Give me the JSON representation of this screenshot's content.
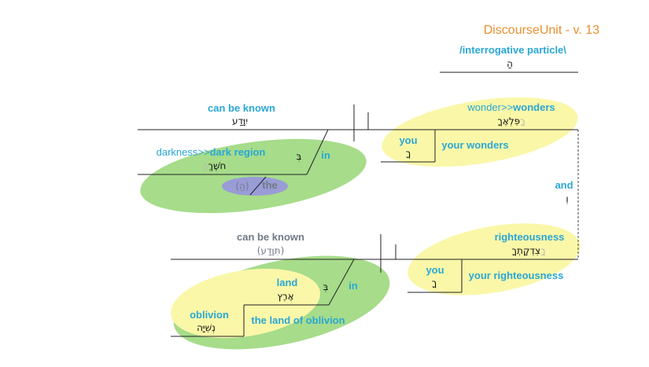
{
  "title": "DiscourseUnit - v. 13",
  "colors": {
    "title": "#E8902F",
    "label": "#2AA7D6",
    "label_gray": "#6F7A86",
    "line": "#222222",
    "yellow_fill": "#FAF7A8",
    "green_fill": "#A6DC8A",
    "purple_fill": "#9A9CD6",
    "heb": "#111111"
  },
  "interrogative": {
    "english": "/interrogative particle\\",
    "hebrew": "הַ"
  },
  "clause1": {
    "verb": {
      "english": "can be known",
      "hebrew": "יִוָּדַע"
    },
    "prep": {
      "english": "in",
      "hebrew": "בְּ"
    },
    "object": {
      "prefix": "darkness>>",
      "english": "dark region",
      "hebrew": "חֹשֶׁךְ",
      "hebrew_faint": "הַ"
    },
    "article": {
      "english": "the",
      "hebrew": "(הַ)"
    },
    "subject": {
      "prefix": "wonder>>",
      "english": "wonders",
      "hebrew": "פִּלְאֶךָ",
      "hebrew_faint": "ךָ"
    },
    "possessor": {
      "english": "you",
      "hebrew": "ךָ"
    },
    "gloss": "your wonders"
  },
  "conjunction": {
    "english": "and",
    "hebrew": "וְ"
  },
  "clause2": {
    "verb": {
      "english": "can be known",
      "hebrew": "(תִּוָּדַע)"
    },
    "prep": {
      "english": "in",
      "hebrew": "בְּ"
    },
    "land": {
      "english": "land",
      "hebrew": "אֶרֶץ"
    },
    "oblivion": {
      "english": "oblivion",
      "hebrew": "נְשִׁיָּה"
    },
    "gloss_land": "the land of oblivion",
    "subject": {
      "english": "righteousness",
      "hebrew": "צִדְקָתְךָ",
      "hebrew_faint": "ךָ"
    },
    "possessor": {
      "english": "you",
      "hebrew": "ךָ"
    },
    "gloss": "your righteousness"
  }
}
